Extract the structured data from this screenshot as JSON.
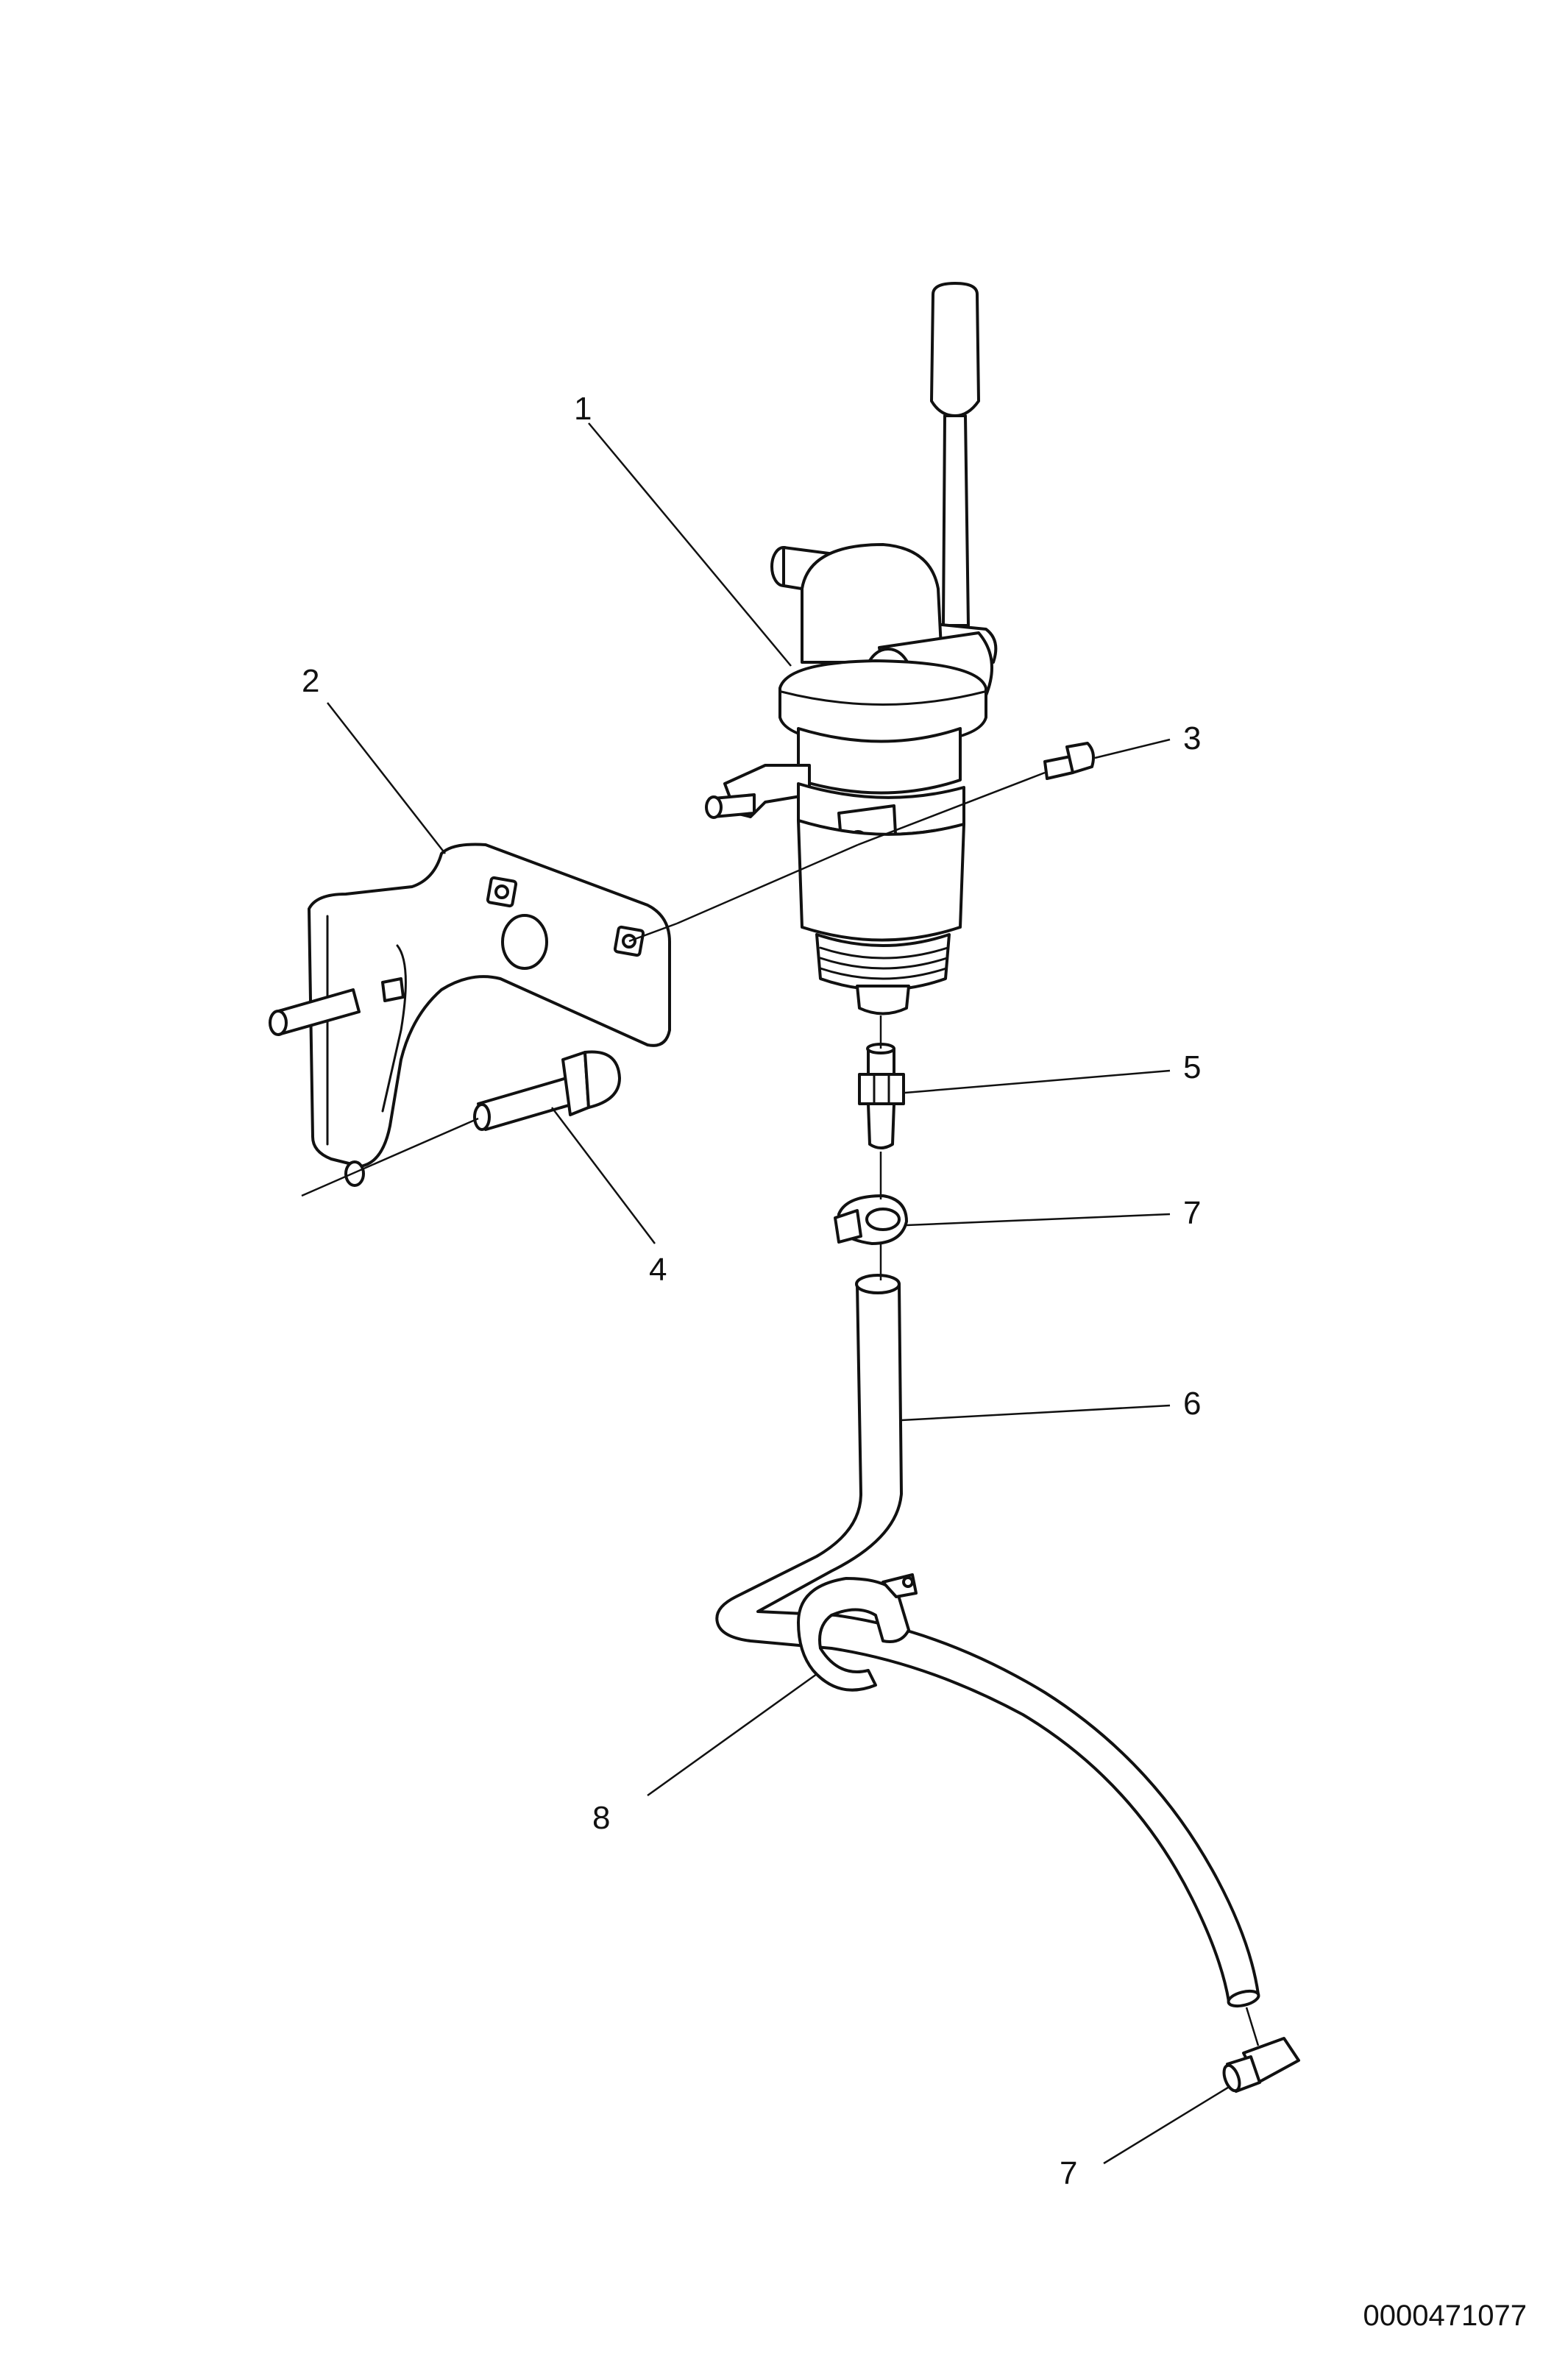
{
  "diagram": {
    "callouts": [
      {
        "id": "c1",
        "label": "1"
      },
      {
        "id": "c2",
        "label": "2"
      },
      {
        "id": "c3",
        "label": "3"
      },
      {
        "id": "c4",
        "label": "4"
      },
      {
        "id": "c5",
        "label": "5"
      },
      {
        "id": "c7a",
        "label": "7"
      },
      {
        "id": "c6",
        "label": "6"
      },
      {
        "id": "c8",
        "label": "8"
      },
      {
        "id": "c7b",
        "label": "7"
      }
    ],
    "document_id": "0000471077"
  },
  "colors": {
    "ink": "#111111",
    "background": "#ffffff"
  }
}
